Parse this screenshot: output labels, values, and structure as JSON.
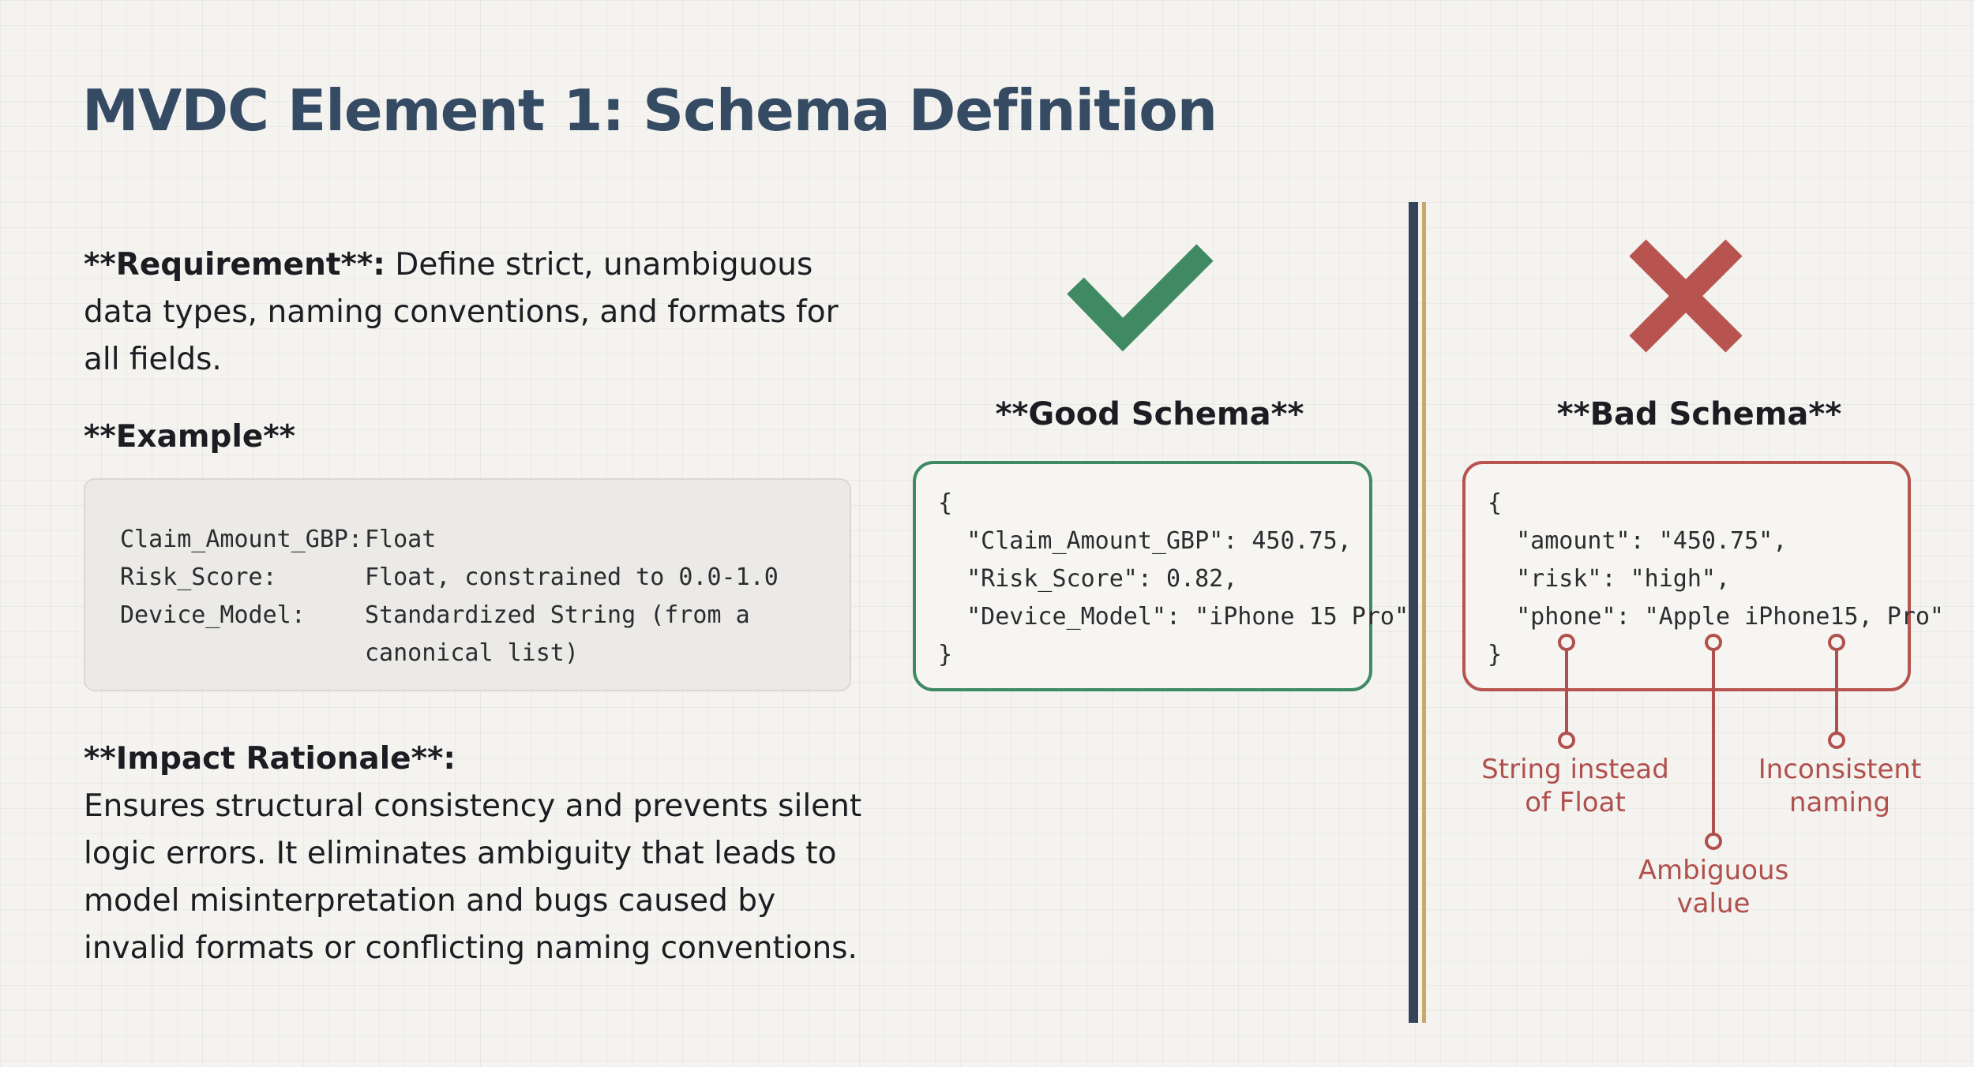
{
  "title": "MVDC Element 1: Schema Definition",
  "requirement": {
    "label": "**Requirement**:",
    "text": " Define strict, unambiguous data types, naming conventions, and formats for all fields."
  },
  "example": {
    "heading": "**Example**",
    "rows": [
      {
        "key": "Claim_Amount_GBP:",
        "value": "Float"
      },
      {
        "key": "Risk_Score:",
        "value": "Float, constrained to 0.0-1.0"
      },
      {
        "key": "Device_Model:",
        "value": "Standardized String (from a canonical list)"
      }
    ]
  },
  "impact": {
    "heading": "**Impact Rationale**:",
    "text": "Ensures structural consistency and prevents silent logic errors. It eliminates ambiguity that leads to model misinterpretation and bugs caused by invalid formats or conflicting naming conventions."
  },
  "good_schema": {
    "heading": "**Good Schema**",
    "icon": "check-icon",
    "color": "#3f8a62",
    "lines": [
      "{",
      "  \"Claim_Amount_GBP\": 450.75,",
      "  \"Risk_Score\": 0.82,",
      "  \"Device_Model\": \"iPhone 15 Pro\"",
      "}"
    ]
  },
  "bad_schema": {
    "heading": "**Bad Schema**",
    "icon": "cross-icon",
    "color": "#b85450",
    "lines": [
      "{",
      "  \"amount\": \"450.75\",",
      "  \"risk\": \"high\",",
      "  \"phone\": \"Apple iPhone15, Pro\"",
      "}"
    ],
    "annotations": [
      "String instead\nof Float",
      "Ambiguous\nvalue",
      "Inconsistent\nnaming"
    ]
  },
  "colors": {
    "title": "#354a63",
    "good": "#3f8a62",
    "bad": "#b85450",
    "divider": "#35435a",
    "divider_accent": "#c8a96a"
  }
}
